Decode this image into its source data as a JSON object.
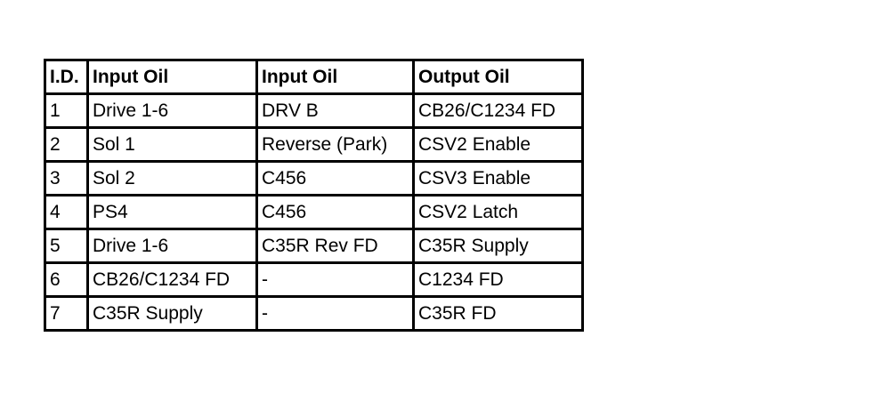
{
  "table": {
    "headers": [
      "I.D.",
      "Input Oil",
      "Input Oil",
      "Output Oil"
    ],
    "rows": [
      [
        "1",
        "Drive 1-6",
        "DRV B",
        "CB26/C1234 FD"
      ],
      [
        "2",
        "Sol 1",
        "Reverse (Park)",
        "CSV2 Enable"
      ],
      [
        "3",
        "Sol 2",
        "C456",
        "CSV3 Enable"
      ],
      [
        "4",
        "PS4",
        "C456",
        "CSV2 Latch"
      ],
      [
        "5",
        "Drive 1-6",
        "C35R Rev FD",
        "C35R Supply"
      ],
      [
        "6",
        "CB26/C1234 FD",
        "-",
        "C1234 FD"
      ],
      [
        "7",
        "C35R Supply",
        "-",
        "C35R FD"
      ]
    ]
  },
  "colors": {
    "border": "#000000",
    "text": "#000000",
    "background": "#ffffff"
  }
}
